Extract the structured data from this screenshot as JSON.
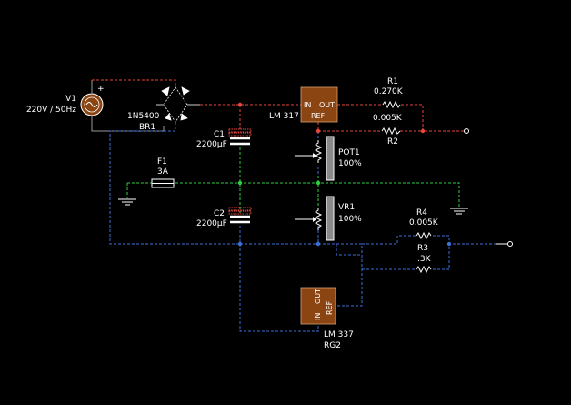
{
  "colors": {
    "background": "#000000",
    "wire_positive": "#e8453c",
    "wire_negative": "#3d6fd6",
    "wire_ground": "#2ecc40",
    "wire_neutral": "#9a9a9a",
    "ic_body": "#8b4513",
    "component": "#ffffff"
  },
  "components": {
    "v1": {
      "name": "V1",
      "value": "220V / 50Hz",
      "plus": "+"
    },
    "bridge": {
      "part": "1N5400",
      "name": "BR1"
    },
    "lm317": {
      "pin_in": "IN",
      "pin_out": "OUT",
      "pin_ref": "REF",
      "part": "LM 317"
    },
    "r1": {
      "name": "R1",
      "value": "0.270K"
    },
    "r2": {
      "name": "R2",
      "value": "0.005K"
    },
    "c1": {
      "name": "C1",
      "value": "2200µF"
    },
    "c2": {
      "name": "C2",
      "value": "2200µF"
    },
    "pot1": {
      "name": "POT1",
      "value": "100%"
    },
    "vr1": {
      "name": "VR1",
      "value": "100%"
    },
    "f1": {
      "name": "F1",
      "value": "3A"
    },
    "r4": {
      "name": "R4",
      "value": "0.005K"
    },
    "r3": {
      "name": "R3",
      "value": ".3K"
    },
    "lm337": {
      "pin_in": "IN",
      "pin_out": "OUT",
      "pin_ref": "REF",
      "part": "LM 337",
      "name": "RG2"
    }
  }
}
